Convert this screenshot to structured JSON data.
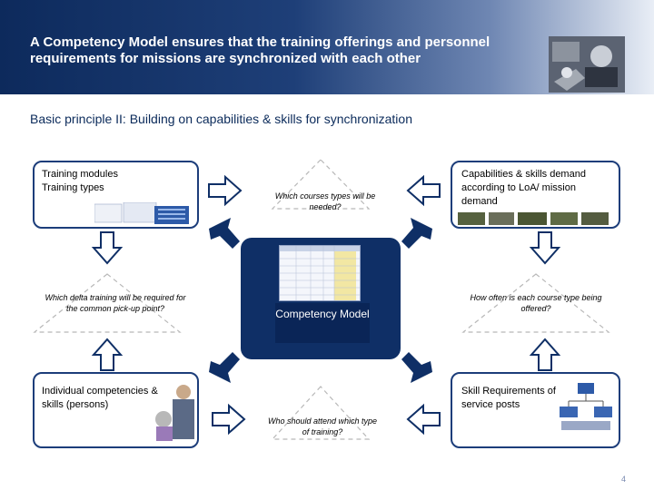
{
  "header": {
    "title": "A Competency Model ensures that the training offerings and personnel requirements for missions are synchronized with each other"
  },
  "subtitle": "Basic principle II: Building on capabilities & skills for synchronization",
  "boxes": {
    "top_left": "Training modules\nTraining types",
    "top_right": "Capabilities & skills demand according to LoA/ mission demand",
    "bottom_left": "Individual competencies & skills (persons)",
    "bottom_right": "Skill Requirements of service posts"
  },
  "questions": {
    "top": "Which courses types will be needed?",
    "left": "Which delta training will be required for the common pick-up point?",
    "right": "How often is each course type being offered?",
    "bottom": "Who should attend which type of training?"
  },
  "center_label": "Competency Model",
  "page_number": "4",
  "colors": {
    "header_navy": "#0d2a5c",
    "box_border": "#1c3d7a",
    "arrow_fill": "#0f2f66",
    "center_fill": "#0f2f66"
  }
}
